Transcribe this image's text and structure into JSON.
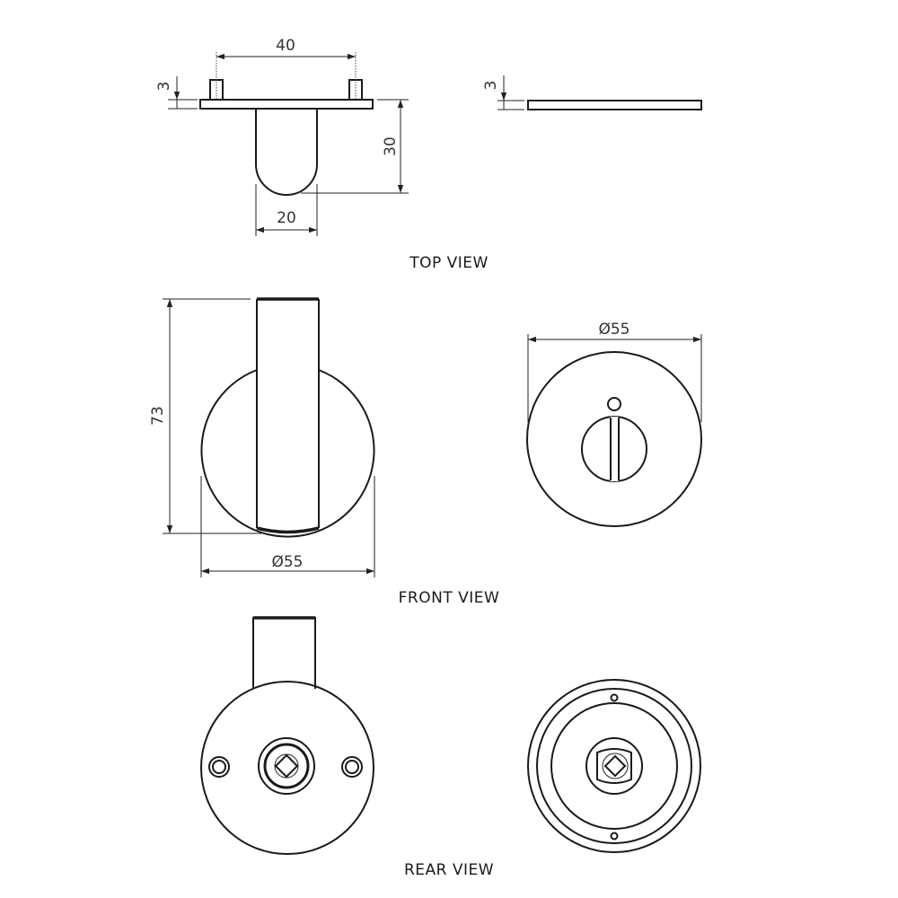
{
  "drawing": {
    "top_view": {
      "label": "TOP VIEW",
      "dimensions": {
        "pin_spacing": "40",
        "pin_height": "3",
        "depth": "30",
        "width": "20"
      }
    },
    "side_plate": {
      "dimensions": {
        "thickness": "3"
      }
    },
    "front_view": {
      "label": "FRONT VIEW",
      "dimensions": {
        "height": "73",
        "diameter": "Ø55",
        "rose_diameter": "Ø55"
      }
    },
    "rear_view": {
      "label": "REAR VIEW"
    }
  },
  "colors": {
    "line": "#1a1a1a",
    "background": "#ffffff"
  }
}
